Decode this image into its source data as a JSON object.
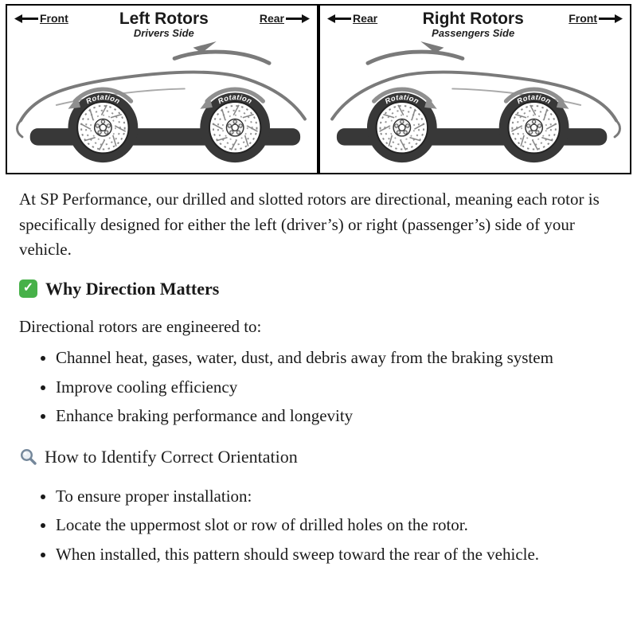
{
  "diagram": {
    "rotation_label": "Rotation",
    "left_panel": {
      "title": "Left Rotors",
      "subtitle": "Drivers Side",
      "front_label": "Front",
      "rear_label": "Rear"
    },
    "right_panel": {
      "title": "Right Rotors",
      "subtitle": "Passengers Side",
      "front_label": "Front",
      "rear_label": "Rear"
    }
  },
  "icons": {
    "check_glyph": "✓",
    "check_icon": "check-icon",
    "magnifier_icon": "magnifier-icon"
  },
  "colors": {
    "check_green": "#47b149",
    "car_gray": "#7a7a7a",
    "car_dark": "#383838",
    "text": "#1a1a1a"
  },
  "content": {
    "intro": "At SP Performance, our drilled and slotted rotors are directional, meaning each rotor is specifically designed for either the left (driver’s) or right (passenger’s) side of your vehicle.",
    "section1": {
      "heading": "Why Direction Matters",
      "lead": "Directional rotors are engineered to:",
      "bullets": [
        "Channel heat, gases, water, dust, and debris away from the braking system",
        "Improve cooling efficiency",
        "Enhance braking performance and longevity"
      ]
    },
    "section2": {
      "heading": "How to Identify Correct Orientation",
      "bullets": [
        "To ensure proper installation:",
        "Locate the uppermost slot or row of drilled holes on the rotor.",
        "When installed, this pattern should sweep toward the rear of the vehicle."
      ]
    }
  }
}
